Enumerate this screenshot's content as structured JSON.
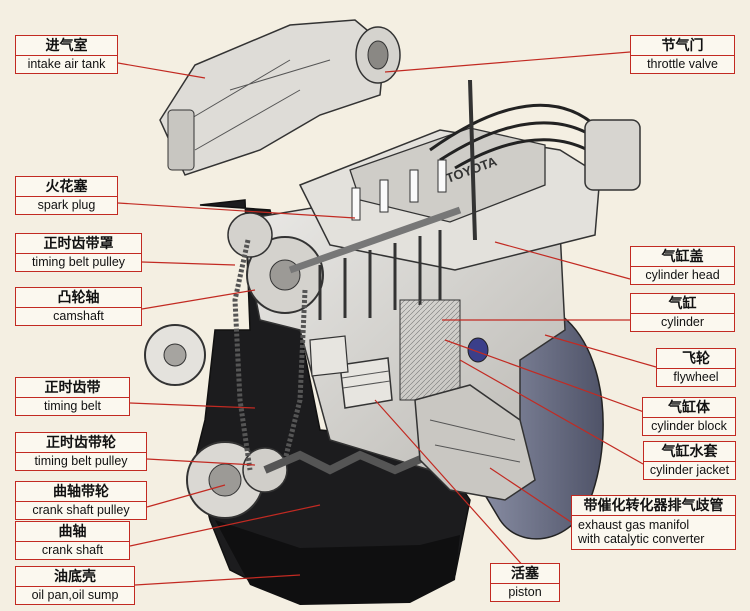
{
  "figure": {
    "description_colors": {
      "leader": "#c22a22",
      "engine_fill": "#d9d7d2",
      "engine_dark": "#1c1c1e",
      "background": "#f4efe2"
    },
    "labels": [
      {
        "zh": "进气室",
        "en": "intake air tank"
      },
      {
        "zh": "节气门",
        "en": "throttle valve"
      },
      {
        "zh": "火花塞",
        "en": "spark plug"
      },
      {
        "zh": "正时齿带罩",
        "en": "timing belt pulley"
      },
      {
        "zh": "凸轮轴",
        "en": "camshaft"
      },
      {
        "zh": "气缸盖",
        "en": "cylinder head"
      },
      {
        "zh": "气缸",
        "en": "cylinder"
      },
      {
        "zh": "飞轮",
        "en": "flywheel"
      },
      {
        "zh": "正时齿带",
        "en": "timing belt"
      },
      {
        "zh": "气缸体",
        "en": "cylinder block"
      },
      {
        "zh": "正时齿带轮",
        "en": "timing belt pulley"
      },
      {
        "zh": "气缸水套",
        "en": "cylinder jacket"
      },
      {
        "zh": "曲轴带轮",
        "en": "crank shaft pulley"
      },
      {
        "zh": "带催化转化器排气歧管",
        "en1": "exhaust gas manifol",
        "en2": "with catalytic converter"
      },
      {
        "zh": "曲轴",
        "en": "crank shaft"
      },
      {
        "zh": "活塞",
        "en": "piston"
      },
      {
        "zh": "油底壳",
        "en": "oil pan,oil sump"
      }
    ],
    "engine_text": "TOYOTA"
  }
}
